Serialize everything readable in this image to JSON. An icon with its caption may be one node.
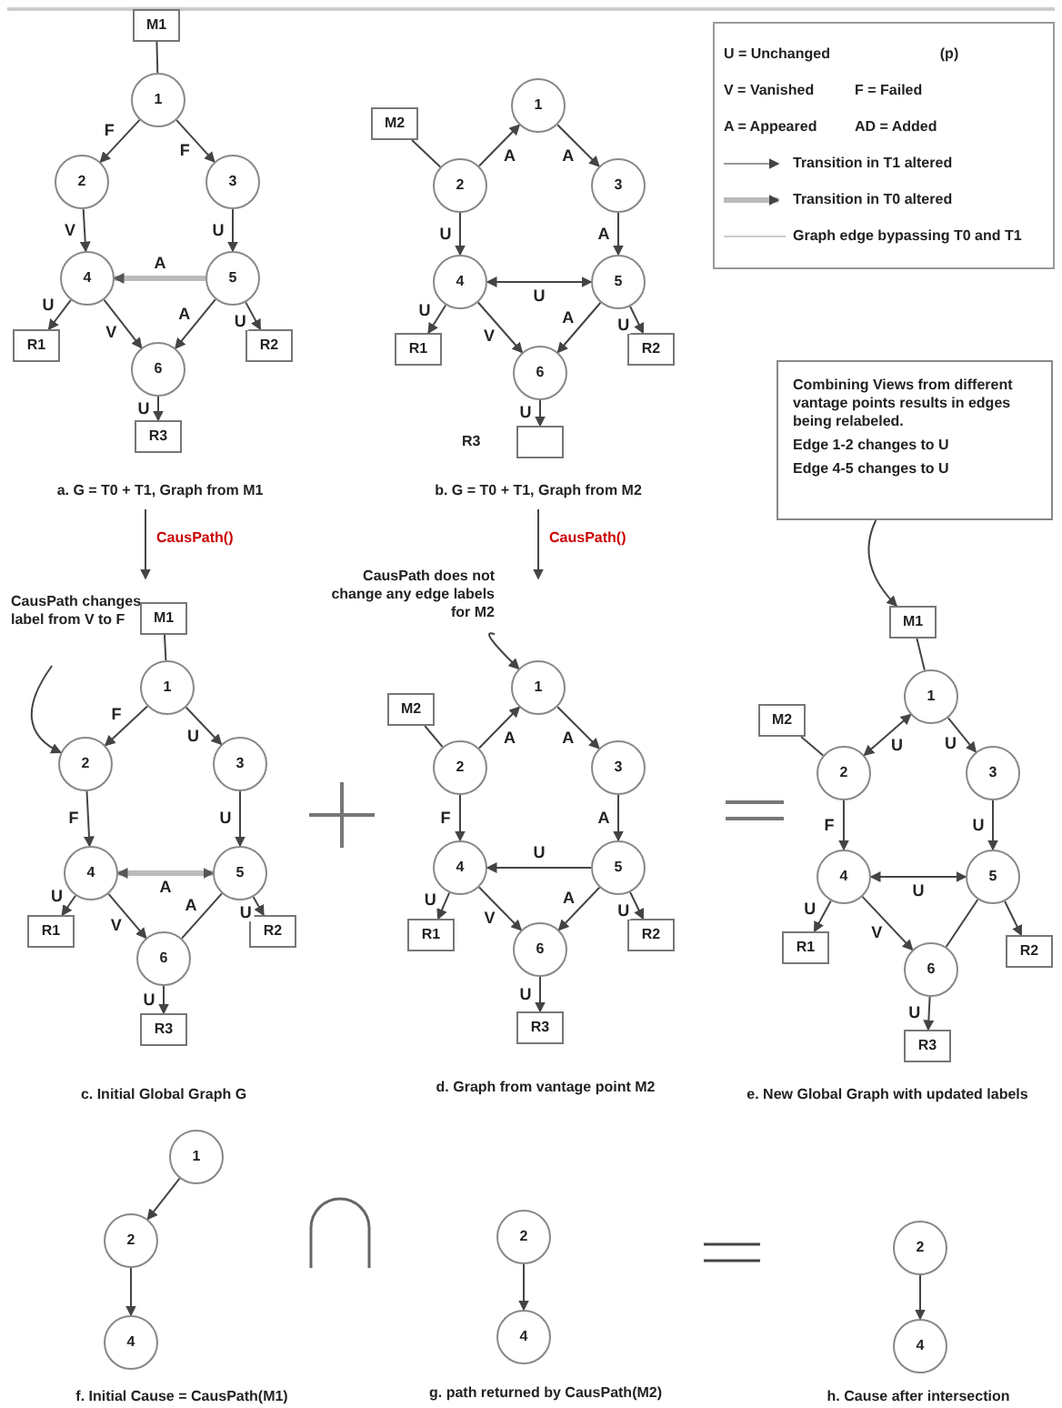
{
  "diagram": {
    "nodes": [
      {
        "text": [
          "M1"
        ]
      },
      {
        "text": [
          "1"
        ]
      },
      {
        "text": [
          "2"
        ]
      },
      {
        "text": [
          "3"
        ]
      },
      {
        "text": [
          "4"
        ]
      },
      {
        "text": [
          "5"
        ]
      },
      {
        "text": [
          "6"
        ]
      },
      {
        "text": [
          "R1"
        ]
      },
      {
        "text": [
          "R2"
        ]
      },
      {
        "text": [
          "R3"
        ]
      },
      {
        "text": [
          "M2"
        ]
      },
      {
        "text": [
          "1"
        ]
      },
      {
        "text": [
          "2"
        ]
      },
      {
        "text": [
          "3"
        ]
      },
      {
        "text": [
          "4"
        ]
      },
      {
        "text": [
          "5"
        ]
      },
      {
        "text": [
          "6"
        ]
      },
      {
        "text": [
          "R1"
        ]
      },
      {
        "text": [
          "R2"
        ]
      },
      {
        "text": [],
        "shape": "box",
        "beside": [
          "R3"
        ]
      },
      {
        "text": [
          "CausPath changes label from V to F"
        ]
      },
      {
        "text": [
          "M1"
        ]
      },
      {
        "text": [
          "1"
        ]
      },
      {
        "text": [
          "2"
        ]
      },
      {
        "text": [
          "3"
        ]
      },
      {
        "text": [
          "4"
        ]
      },
      {
        "text": [
          "5"
        ]
      },
      {
        "text": [
          "6"
        ]
      },
      {
        "text": [
          "R1"
        ]
      },
      {
        "text": [
          "R2"
        ]
      },
      {
        "text": [
          "R3"
        ]
      },
      {
        "text": [
          "CausPath does not change any edge labels for M2"
        ]
      },
      {
        "text": [
          "M2"
        ]
      },
      {
        "text": [
          "1"
        ]
      },
      {
        "text": [
          "2"
        ]
      },
      {
        "text": [
          "3"
        ]
      },
      {
        "text": [
          "4"
        ]
      },
      {
        "text": [
          "5"
        ]
      },
      {
        "text": [
          "6"
        ]
      },
      {
        "text": [
          "R1"
        ]
      },
      {
        "text": [
          "R2"
        ]
      },
      {
        "text": [
          "R3"
        ]
      },
      {
        "text": [
          "Combining Views from different vantage points results in edges being relabeled.",
          "Edge 1-2 changes to U",
          "Edge 4-5 changes to U"
        ]
      },
      {
        "text": [
          "M1"
        ]
      },
      {
        "text": [
          "M2"
        ]
      },
      {
        "text": [
          "1"
        ]
      },
      {
        "text": [
          "2"
        ]
      },
      {
        "text": [
          "3"
        ]
      },
      {
        "text": [
          "4"
        ]
      },
      {
        "text": [
          "5"
        ]
      },
      {
        "text": [
          "6"
        ]
      },
      {
        "text": [
          "R1"
        ]
      },
      {
        "text": [
          "R2"
        ]
      },
      {
        "text": [
          "R3"
        ]
      },
      {
        "text": [
          "1"
        ]
      },
      {
        "text": [
          "2"
        ]
      },
      {
        "text": [
          "4"
        ]
      },
      {
        "text": [
          "2"
        ]
      },
      {
        "text": [
          "4"
        ]
      },
      {
        "text": [
          "2"
        ]
      },
      {
        "text": [
          "4"
        ]
      }
    ],
    "edges": [
      {
        "from": 0,
        "to": 1,
        "arrow": "none"
      },
      {
        "from": 1,
        "to": 2,
        "arrow": "to",
        "label": "F"
      },
      {
        "from": 1,
        "to": 3,
        "arrow": "to",
        "label": "F"
      },
      {
        "from": 2,
        "to": 4,
        "arrow": "to",
        "label": "V"
      },
      {
        "from": 3,
        "to": 5,
        "arrow": "to",
        "label": "U"
      },
      {
        "from": 5,
        "to": 4,
        "arrow": "to",
        "label": "A",
        "style": "thick",
        "color": "#bbbbbb"
      },
      {
        "from": 4,
        "to": 7,
        "arrow": "to",
        "label": "U"
      },
      {
        "from": 4,
        "to": 6,
        "arrow": "to",
        "label": "V"
      },
      {
        "from": 5,
        "to": 6,
        "arrow": "to",
        "label": "A"
      },
      {
        "from": 5,
        "to": 8,
        "arrow": "to",
        "label": "U"
      },
      {
        "from": 6,
        "to": 9,
        "arrow": "to",
        "label": "U"
      },
      {
        "from": 10,
        "to": 12,
        "arrow": "none"
      },
      {
        "from": 12,
        "to": 11,
        "arrow": "to",
        "label": "A"
      },
      {
        "from": 11,
        "to": 13,
        "arrow": "to",
        "label": "A"
      },
      {
        "from": 12,
        "to": 14,
        "arrow": "to",
        "label": "U"
      },
      {
        "from": 13,
        "to": 15,
        "arrow": "to",
        "label": "A"
      },
      {
        "from": 14,
        "to": 15,
        "arrow": "both",
        "label": "U"
      },
      {
        "from": 14,
        "to": 17,
        "arrow": "to",
        "label": "U"
      },
      {
        "from": 14,
        "to": 16,
        "arrow": "to",
        "label": "V"
      },
      {
        "from": 15,
        "to": 16,
        "arrow": "to",
        "label": "A"
      },
      {
        "from": 15,
        "to": 18,
        "arrow": "to",
        "label": "U"
      },
      {
        "from": 16,
        "to": 19,
        "arrow": "to",
        "label": "U"
      },
      {
        "from": 20,
        "to": 23,
        "arrow": "to"
      },
      {
        "from": 21,
        "to": 22,
        "arrow": "none"
      },
      {
        "from": 22,
        "to": 23,
        "arrow": "to",
        "label": "F"
      },
      {
        "from": 22,
        "to": 24,
        "arrow": "to",
        "label": "U"
      },
      {
        "from": 23,
        "to": 25,
        "arrow": "to",
        "label": "F"
      },
      {
        "from": 24,
        "to": 26,
        "arrow": "to",
        "label": "U"
      },
      {
        "from": 25,
        "to": 26,
        "arrow": "both",
        "label": "A",
        "style": "thick",
        "color": "#bbbbbb"
      },
      {
        "from": 25,
        "to": 28,
        "arrow": "to",
        "label": "U"
      },
      {
        "from": 25,
        "to": 27,
        "arrow": "to",
        "label": "V"
      },
      {
        "from": 26,
        "to": 27,
        "arrow": "none",
        "label": "A"
      },
      {
        "from": 26,
        "to": 29,
        "arrow": "to",
        "label": "U"
      },
      {
        "from": 27,
        "to": 30,
        "arrow": "to",
        "label": "U"
      },
      {
        "from": 31,
        "to": 33,
        "arrow": "to"
      },
      {
        "from": 32,
        "to": 34,
        "arrow": "none"
      },
      {
        "from": 34,
        "to": 33,
        "arrow": "to",
        "label": "A"
      },
      {
        "from": 33,
        "to": 35,
        "arrow": "to",
        "label": "A"
      },
      {
        "from": 34,
        "to": 36,
        "arrow": "to",
        "label": "F"
      },
      {
        "from": 35,
        "to": 37,
        "arrow": "to",
        "label": "A"
      },
      {
        "from": 37,
        "to": 36,
        "arrow": "to",
        "label": "U"
      },
      {
        "from": 36,
        "to": 39,
        "arrow": "to",
        "label": "U"
      },
      {
        "from": 36,
        "to": 38,
        "arrow": "to",
        "label": "V"
      },
      {
        "from": 37,
        "to": 38,
        "arrow": "to",
        "label": "A"
      },
      {
        "from": 37,
        "to": 40,
        "arrow": "to",
        "label": "U"
      },
      {
        "from": 38,
        "to": 41,
        "arrow": "to",
        "label": "U"
      },
      {
        "from": 42,
        "to": 43,
        "arrow": "to"
      },
      {
        "from": 43,
        "to": 45,
        "arrow": "none"
      },
      {
        "from": 44,
        "to": 46,
        "arrow": "none"
      },
      {
        "from": 46,
        "to": 45,
        "arrow": "both",
        "label": "U"
      },
      {
        "from": 45,
        "to": 47,
        "arrow": "to",
        "label": "U"
      },
      {
        "from": 46,
        "to": 48,
        "arrow": "to",
        "label": "F"
      },
      {
        "from": 47,
        "to": 49,
        "arrow": "to",
        "label": "U"
      },
      {
        "from": 48,
        "to": 49,
        "arrow": "both",
        "label": "U"
      },
      {
        "from": 48,
        "to": 51,
        "arrow": "to",
        "label": "U"
      },
      {
        "from": 48,
        "to": 50,
        "arrow": "to",
        "label": "V"
      },
      {
        "from": 49,
        "to": 50,
        "arrow": "none"
      },
      {
        "from": 49,
        "to": 52,
        "arrow": "to"
      },
      {
        "from": 50,
        "to": 53,
        "arrow": "to",
        "label": "U"
      },
      {
        "from": 54,
        "to": 55,
        "arrow": "to"
      },
      {
        "from": 55,
        "to": 56,
        "arrow": "to"
      },
      {
        "from": 57,
        "to": 58,
        "arrow": "to"
      },
      {
        "from": 59,
        "to": 60,
        "arrow": "to"
      }
    ],
    "labels": [
      "U = Unchanged",
      "(p)",
      "V = Vanished",
      "F = Failed",
      "A = Appeared",
      "AD = Added",
      "a. G = T0 + T1, Graph from M1",
      "b. G = T0 + T1, Graph from M2",
      "CausPath()",
      "CausPath()",
      "c. Initial Global Graph G",
      "d. Graph from vantage point M2",
      "e. New Global Graph with updated labels",
      "f. Initial Cause = CausPath(M1)",
      "g. path returned by CausPath(M2)",
      "h. Cause after intersection"
    ],
    "legend": [
      {
        "text": "Transition in T1 altered"
      },
      {
        "text": "Transition in T0 altered"
      },
      {
        "text": "Graph edge bypassing T0 and T1"
      }
    ]
  }
}
